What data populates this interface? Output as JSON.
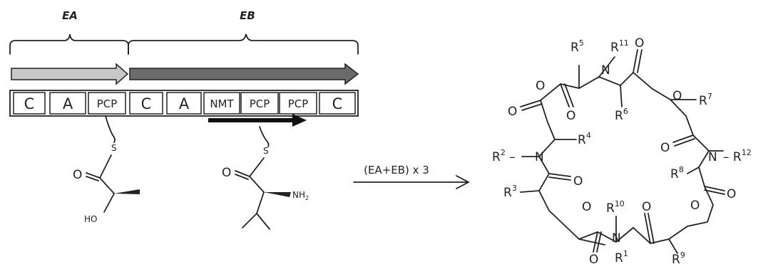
{
  "gene_labels": {
    "ea": "EA",
    "eb": "EB"
  },
  "modules": [
    {
      "label": "C"
    },
    {
      "label": "A"
    },
    {
      "label": "PCP"
    },
    {
      "label": "C"
    },
    {
      "label": "A"
    },
    {
      "label": "NMT"
    },
    {
      "label": "PCP"
    },
    {
      "label": "PCP"
    },
    {
      "label": "C"
    }
  ],
  "reaction_label": "(EA+EB) x 3",
  "substrate1": {
    "s": "S",
    "o": "O",
    "ho": "HO"
  },
  "substrate2": {
    "s": "S",
    "o": "O",
    "nh": "NH",
    "nh_sub": "2"
  },
  "ring": {
    "r5": "R",
    "r5s": "5",
    "r11": "R",
    "r11s": "11",
    "r6": "R",
    "r6s": "6",
    "r7": "R",
    "r7s": "7",
    "r4": "R",
    "r4s": "4",
    "r2": "R",
    "r2s": "2",
    "r12": "R",
    "r12s": "12",
    "r8": "R",
    "r8s": "8",
    "r3": "R",
    "r3s": "3",
    "r10": "R",
    "r10s": "10",
    "r1": "R",
    "r1s": "1",
    "r9": "R",
    "r9s": "9",
    "n": "N",
    "o": "O"
  },
  "colors": {
    "ea_arrow": "#c8c8c8",
    "eb_arrow": "#6b6b6b",
    "line": "#222222"
  }
}
